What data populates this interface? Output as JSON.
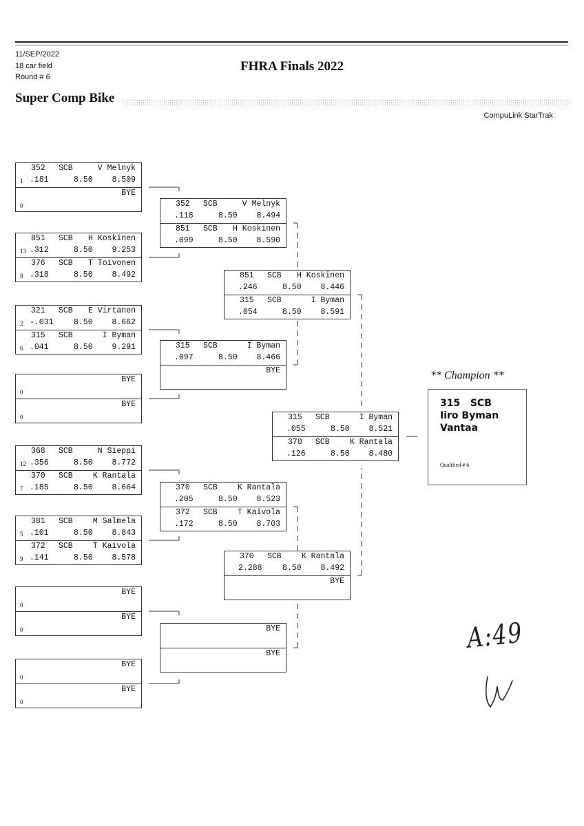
{
  "header": {
    "date": "11/SEP/2022",
    "field": "18 car field",
    "round": "Round # 6",
    "title": "FHRA Finals 2022",
    "event": "Super Comp Bike",
    "software": "CompuLink StarTrak"
  },
  "rounds": [
    [
      [
        {
          "car": "352",
          "cls": "SCB",
          "name": "V Melnyk",
          "seed": "1",
          "rt": ".181",
          "dial": "8.50",
          "et": "8.509"
        },
        {
          "name": "BYE",
          "seed": "0"
        }
      ],
      [
        {
          "car": "851",
          "cls": "SCB",
          "name": "H Koskinen",
          "seed": "13",
          "rt": ".312",
          "dial": "8.50",
          "et": "9.253"
        },
        {
          "car": "376",
          "cls": "SCB",
          "name": "T Toivonen",
          "seed": "8",
          "rt": ".318",
          "dial": "8.50",
          "et": "8.492"
        }
      ],
      [
        {
          "car": "321",
          "cls": "SCB",
          "name": "E Virtanen",
          "seed": "2",
          "rt": "-.031",
          "dial": "8.50",
          "et": "8.662"
        },
        {
          "car": "315",
          "cls": "SCB",
          "name": "I Byman",
          "seed": "6",
          "rt": ".041",
          "dial": "8.50",
          "et": "9.291"
        }
      ],
      [
        {
          "name": "BYE",
          "seed": "0"
        },
        {
          "name": "BYE",
          "seed": "0"
        }
      ],
      [
        {
          "car": "368",
          "cls": "SCB",
          "name": "N Sieppi",
          "seed": "12",
          "rt": ".356",
          "dial": "8.50",
          "et": "8.772"
        },
        {
          "car": "370",
          "cls": "SCB",
          "name": "K Rantala",
          "seed": "7",
          "rt": ".185",
          "dial": "8.50",
          "et": "8.664"
        }
      ],
      [
        {
          "car": "381",
          "cls": "SCB",
          "name": "M Salmela",
          "seed": "5",
          "rt": ".101",
          "dial": "8.50",
          "et": "8.843"
        },
        {
          "car": "372",
          "cls": "SCB",
          "name": "T Kaivola",
          "seed": "9",
          "rt": ".141",
          "dial": "8.50",
          "et": "8.578"
        }
      ],
      [
        {
          "name": "BYE",
          "seed": "0"
        },
        {
          "name": "BYE",
          "seed": "0"
        }
      ],
      [
        {
          "name": "BYE",
          "seed": "0"
        },
        {
          "name": "BYE",
          "seed": "0"
        }
      ]
    ],
    [
      [
        {
          "car": "352",
          "cls": "SCB",
          "name": "V Melnyk",
          "rt": ".118",
          "dial": "8.50",
          "et": "8.494"
        },
        {
          "car": "851",
          "cls": "SCB",
          "name": "H Koskinen",
          "rt": ".099",
          "dial": "8.50",
          "et": "8.590"
        }
      ],
      [
        {
          "car": "315",
          "cls": "SCB",
          "name": "I Byman",
          "rt": ".097",
          "dial": "8.50",
          "et": "8.466"
        },
        {
          "name": "BYE"
        }
      ],
      [
        {
          "car": "370",
          "cls": "SCB",
          "name": "K Rantala",
          "rt": ".205",
          "dial": "8.50",
          "et": "8.523"
        },
        {
          "car": "372",
          "cls": "SCB",
          "name": "T Kaivola",
          "rt": ".172",
          "dial": "8.50",
          "et": "8.703"
        }
      ],
      [
        {
          "name": "BYE"
        },
        {
          "name": "BYE"
        }
      ]
    ],
    [
      [
        {
          "car": "851",
          "cls": "SCB",
          "name": "H Koskinen",
          "rt": ".246",
          "dial": "8.50",
          "et": "8.446"
        },
        {
          "car": "315",
          "cls": "SCB",
          "name": "I Byman",
          "rt": ".054",
          "dial": "8.50",
          "et": "8.591"
        }
      ],
      [
        {
          "car": "370",
          "cls": "SCB",
          "name": "K Rantala",
          "rt": "2.288",
          "dial": "8.50",
          "et": "8.492"
        },
        {
          "name": "BYE"
        }
      ]
    ],
    [
      [
        {
          "car": "315",
          "cls": "SCB",
          "name": "I Byman",
          "rt": ".055",
          "dial": "8.50",
          "et": "8.521"
        },
        {
          "car": "370",
          "cls": "SCB",
          "name": "K Rantala",
          "rt": ".126",
          "dial": "8.50",
          "et": "8.480"
        }
      ]
    ]
  ],
  "champion": {
    "heading": "** Champion **",
    "car_class": "315   SCB",
    "name": "Iiro Byman",
    "city": "Vantaa",
    "qualified": "Qualified # 6"
  },
  "handwriting": "A:49"
}
